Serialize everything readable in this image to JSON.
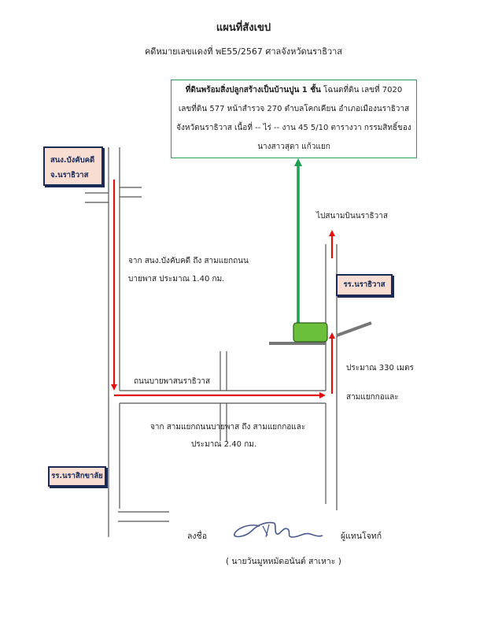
{
  "title": "แผนที่สังเขป",
  "subtitle": "คดีหมายเลขแดงที่  พE55/2567  ศาลจังหวัดนราธิวาส",
  "property_box": {
    "line1_bold": "ที่ดินพร้อมสิ่งปลูกสร้างเป็นบ้านปูน 1 ชั้น",
    "line1_rest": "  โฉนดที่ดิน  เลขที่ 7020",
    "line2": "เลขที่ดิน 577   หน้าสำรวจ  270    ตำบลโคกเคียน  อำเภอเมืองนราธิวาส",
    "line3": "จังหวัดนราธิวาส  เนื้อที่ -- ไร่  -- งาน  45 5/10  ตารางวา  กรรมสิทธิ์ของ",
    "line4": "นางสาวสุดา  แก้วแยก"
  },
  "labels": {
    "court_line1": "สนง.บังคับคดี",
    "court_line2": "จ.นราธิวาส",
    "school_narathiwat": "รร.นราธิวาส",
    "school_narasikhalai": "รร.นราสิกขาลัย",
    "to_airport": "ไปสนามบินนราธิวาส",
    "route1_line1": "จาก สนง.บังคับคดี ถึง สามแยกถนน",
    "route1_line2": "บายพาส  ประมาณ   1.40 กม.",
    "bypass_road": "ถนนบายพาสนราธิวาส",
    "distance_330": "ประมาณ  330 เมตร",
    "kokae_junction": "สามแยกกอและ",
    "route2_line1": "จาก   สามแยกถนนบายพาส ถึง สามแยกกอและ",
    "route2_line2": "ประมาณ   2.40 กม."
  },
  "signature": {
    "sign_label": "ลงชื่อ",
    "role": "ผู้แทนโจทก์",
    "name": "( นายวันมูหหมัดอนันต์  สาเหาะ )"
  },
  "colors": {
    "route": "#e01010",
    "arrow_green": "#1aa050",
    "box_border": "#2aa05a",
    "property": "#6bbf3a",
    "label_fill": "#f7ddd2",
    "label_border": "#1a2a55",
    "road": "#555555"
  }
}
